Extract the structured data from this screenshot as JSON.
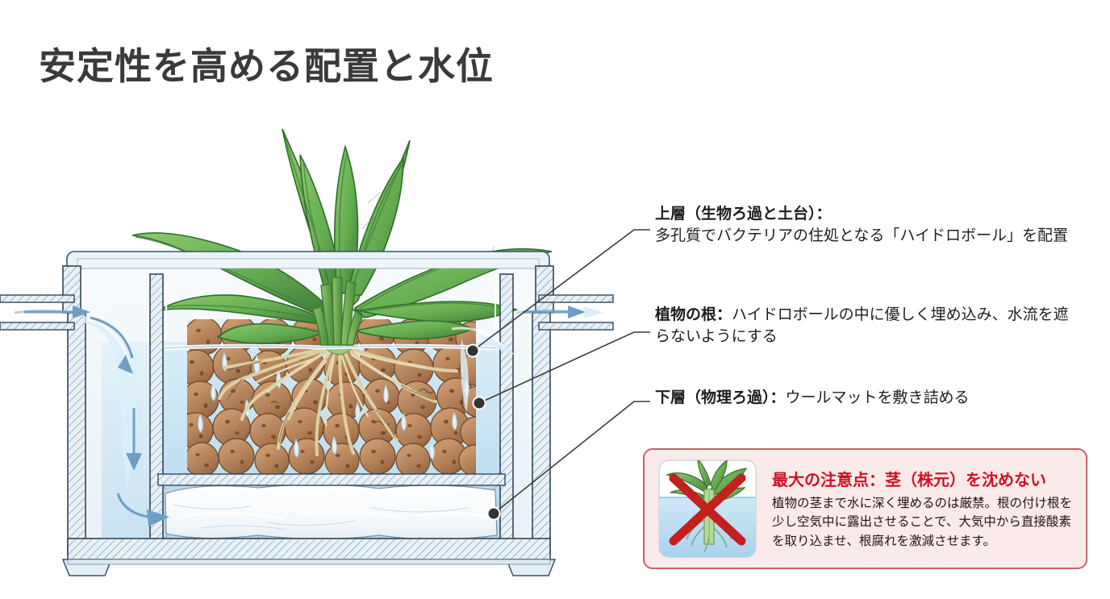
{
  "page": {
    "title": "安定性を高める配置と水位",
    "background_color": "#ffffff",
    "title_color": "#3a3a3a"
  },
  "annotations": [
    {
      "id": "upper-layer",
      "head": "上層（生物ろ過と土台）：",
      "body": "多孔質でバクテリアの住処となる「ハイドロボール」を配置",
      "layout": "stacked",
      "anchor_label": "hydroball-layer"
    },
    {
      "id": "plant-roots",
      "head": "植物の根：",
      "body": "ハイドロボールの中に優しく埋め込み、水流を遮らないようにする",
      "layout": "inline",
      "anchor_label": "root-zone"
    },
    {
      "id": "lower-layer",
      "head": "下層（物理ろ過）：",
      "body": "ウールマットを敷き詰める",
      "layout": "inline",
      "anchor_label": "wool-mat"
    }
  ],
  "warning": {
    "title": "最大の注意点：茎（株元）を沈めない",
    "body": "植物の茎まで水に深く埋めるのは厳禁。根の付け根を少し空気中に露出させることで、大気中から直接酸素を取り込ませ、根腐れを激減させます。",
    "title_color": "#cc1326",
    "background_color": "#fbeaea",
    "border_color": "#c8606a",
    "icon": "no-submerged-stem-icon"
  },
  "illustration": {
    "description": "aquarium-filter-tank-cross-section",
    "colors": {
      "tank_glass": "#dfeaf2",
      "tank_outline": "#3b5168",
      "water": "#bcdcee",
      "flow_arrow": "#6f9ec4",
      "hydroball": "#b5825c",
      "hydroball_dark": "#8a5c3c",
      "root": "#e3d7ab",
      "leaf": "#6fb256",
      "leaf_dark": "#3f7a36",
      "wool_mat": "#ffffff"
    },
    "parts": [
      {
        "name": "inlet-pipe",
        "side": "left"
      },
      {
        "name": "outlet-pipe",
        "side": "right"
      },
      {
        "name": "inflow-arrow",
        "direction": "right"
      },
      {
        "name": "downflow-arrow",
        "direction": "down"
      },
      {
        "name": "bottom-flow-arrow",
        "direction": "right"
      },
      {
        "name": "outflow-arrow",
        "direction": "right"
      },
      {
        "name": "hydroball-layer"
      },
      {
        "name": "wool-mat-layer"
      },
      {
        "name": "plant"
      },
      {
        "name": "water-line"
      }
    ]
  }
}
